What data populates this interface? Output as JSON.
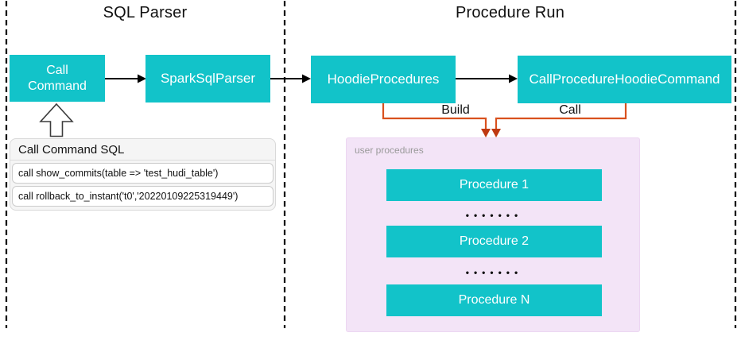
{
  "titles": {
    "sql_parser": "SQL Parser",
    "procedure_run": "Procedure Run"
  },
  "nodes": {
    "call_command": "Call Command",
    "spark_sql_parser": "SparkSqlParser",
    "hoodie_procedures": "HoodieProcedures",
    "call_procedure_hoodie_command": "CallProcedureHoodieCommand"
  },
  "edge_labels": {
    "build": "Build",
    "call": "Call"
  },
  "sql_table": {
    "header": "Call Command SQL",
    "rows": [
      "call show_commits(table => 'test_hudi_table')",
      "call rollback_to_instant('t0','20220109225319449')"
    ]
  },
  "procedures_panel": {
    "label": "user procedures",
    "items": [
      "Procedure 1",
      "Procedure 2",
      "Procedure N"
    ],
    "ellipsis": "•••••••"
  },
  "colors": {
    "node_teal": "#12c3c9",
    "panel_purple": "#f3e4f7",
    "connector_orange": "#d9511e",
    "arrowhead_red": "#bf3a12",
    "text_white": "#ffffff",
    "muted_gray": "#9a9a9a"
  }
}
